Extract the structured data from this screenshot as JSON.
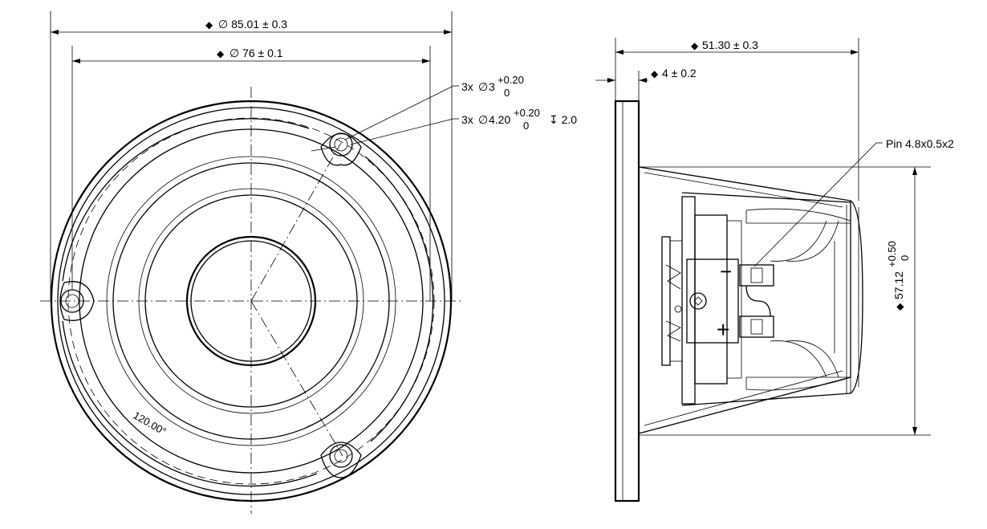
{
  "front_view": {
    "outer_diameter": {
      "prefix": "◆",
      "text": "∅ 85.01 ± 0.3"
    },
    "hole_circle_diameter": {
      "prefix": "◆",
      "text": "∅ 76 ± 0.1"
    },
    "hole_callout_1": {
      "count": "3x",
      "symbol": "∅",
      "value": "3",
      "tol_upper": "+0.20",
      "tol_lower": "0"
    },
    "hole_callout_2": {
      "count": "3x",
      "symbol": "∅",
      "value": "4.20",
      "tol_upper": "+0.20",
      "tol_lower": "0",
      "depth": "↧ 2.0"
    },
    "angle_label": "120.00°"
  },
  "side_view": {
    "overall_depth": {
      "prefix": "◆",
      "text": "51.30 ± 0.3"
    },
    "flange_thickness": {
      "prefix": "◆",
      "text": "4 ± 0.2"
    },
    "pin_label": "Pin 4.8x0.5x2",
    "magnet_diameter": {
      "prefix": "◆",
      "value": "57.12",
      "tol_upper": "+0.50",
      "tol_lower": "0"
    },
    "terminal_minus": "−",
    "terminal_plus": "+"
  }
}
